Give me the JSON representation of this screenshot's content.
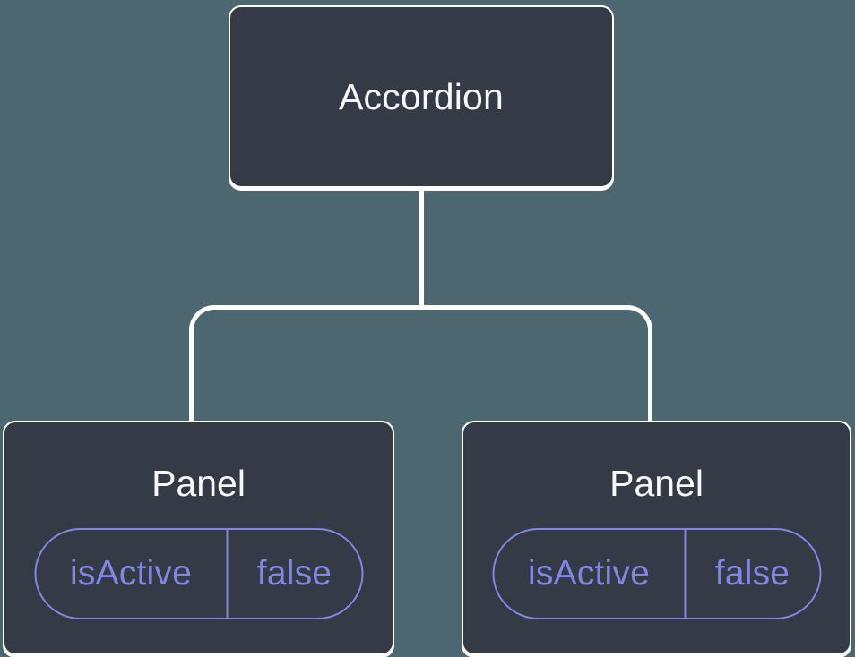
{
  "colors": {
    "background": "#4d6770",
    "node-fill": "#343a46",
    "line": "#ffffff",
    "state": "#8187e0",
    "text": "#f6f7f9"
  },
  "tree": {
    "root": {
      "label": "Accordion"
    },
    "children": [
      {
        "label": "Panel",
        "state": {
          "key": "isActive",
          "value": "false"
        }
      },
      {
        "label": "Panel",
        "state": {
          "key": "isActive",
          "value": "false"
        }
      }
    ]
  }
}
